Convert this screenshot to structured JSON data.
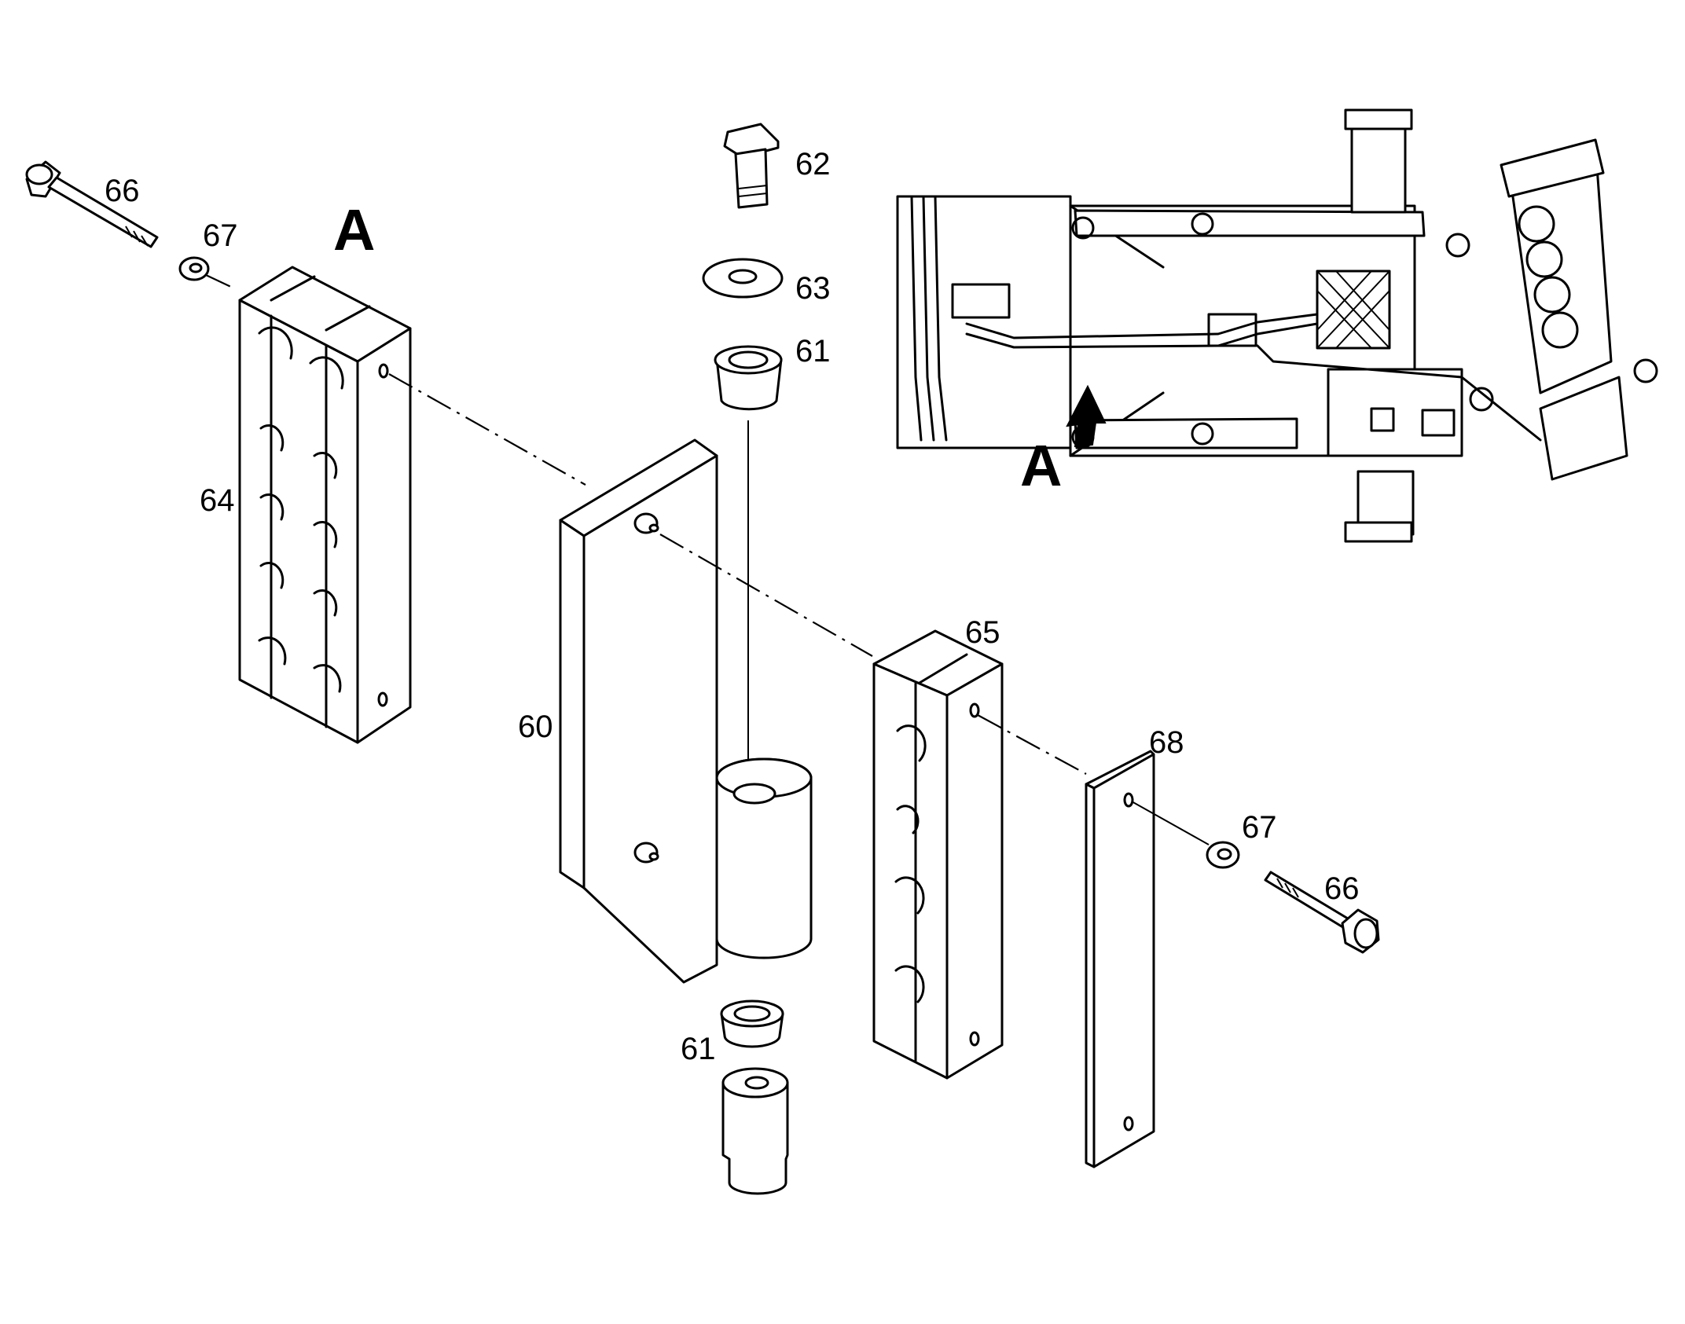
{
  "callouts": {
    "p60": "60",
    "p61_top": "61",
    "p61_bottom": "61",
    "p62": "62",
    "p63": "63",
    "p64": "64",
    "p65": "65",
    "p66_left": "66",
    "p66_right": "66",
    "p67_left": "67",
    "p67_right": "67",
    "p68": "68"
  },
  "detail_marker": "A",
  "overview_marker": "A"
}
